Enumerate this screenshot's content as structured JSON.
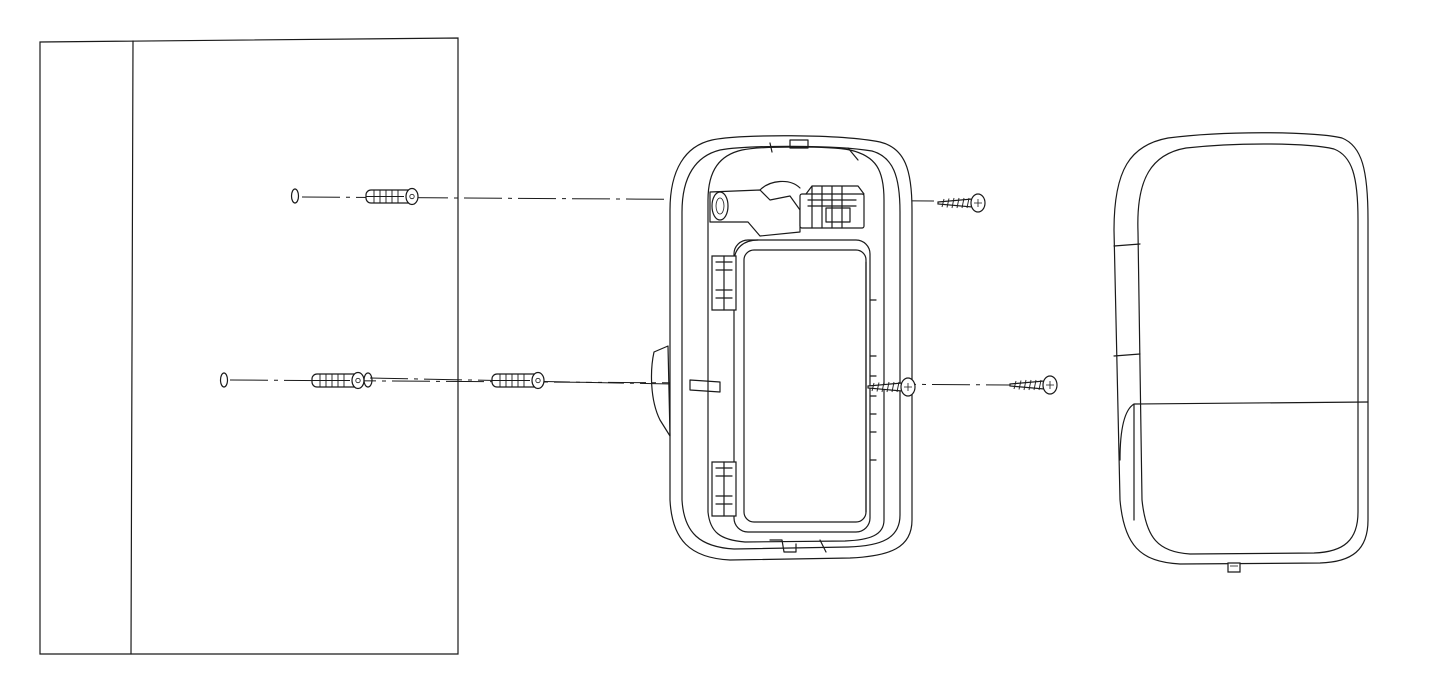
{
  "diagram": {
    "kind": "exploded-installation-drawing",
    "line_color": "#1a1a1a",
    "background": "#ffffff",
    "parts": [
      "wall",
      "wall-plug",
      "base-plate",
      "mounting-screw",
      "front-cover",
      "cover-locking-screw"
    ],
    "counts": {
      "wall_plugs": 3,
      "mounting_screws": 2,
      "drill_holes": 2
    },
    "text_labels": []
  }
}
